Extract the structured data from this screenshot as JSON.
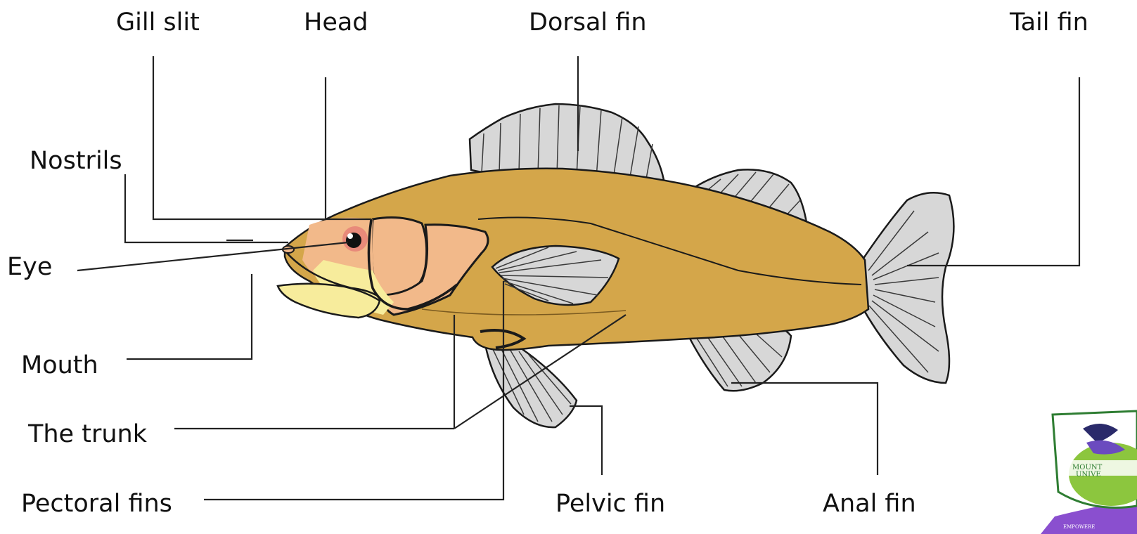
{
  "labels": {
    "gill_slit": "Gill slit",
    "head": "Head",
    "dorsal_fin": "Dorsal fin",
    "tail_fin": "Tail fin",
    "nostrils": "Nostrils",
    "eye": "Eye",
    "mouth": "Mouth",
    "trunk": "The trunk",
    "pectoral_fins": "Pectoral fins",
    "pelvic_fin": "Pelvic fin",
    "anal_fin": "Anal fin"
  },
  "logo": {
    "text_line1": "MOUNT",
    "text_line2": "UNIVE",
    "motto": "EMPOWERE"
  },
  "colors": {
    "body": "#d4a64a",
    "head_patch": "#f2b98a",
    "cheek": "#f7ec9c",
    "fin": "#d7d7d7",
    "eye_ring": "#e88a7a",
    "logo_green": "#8cc63e",
    "logo_purple": "#8a4fcf"
  }
}
